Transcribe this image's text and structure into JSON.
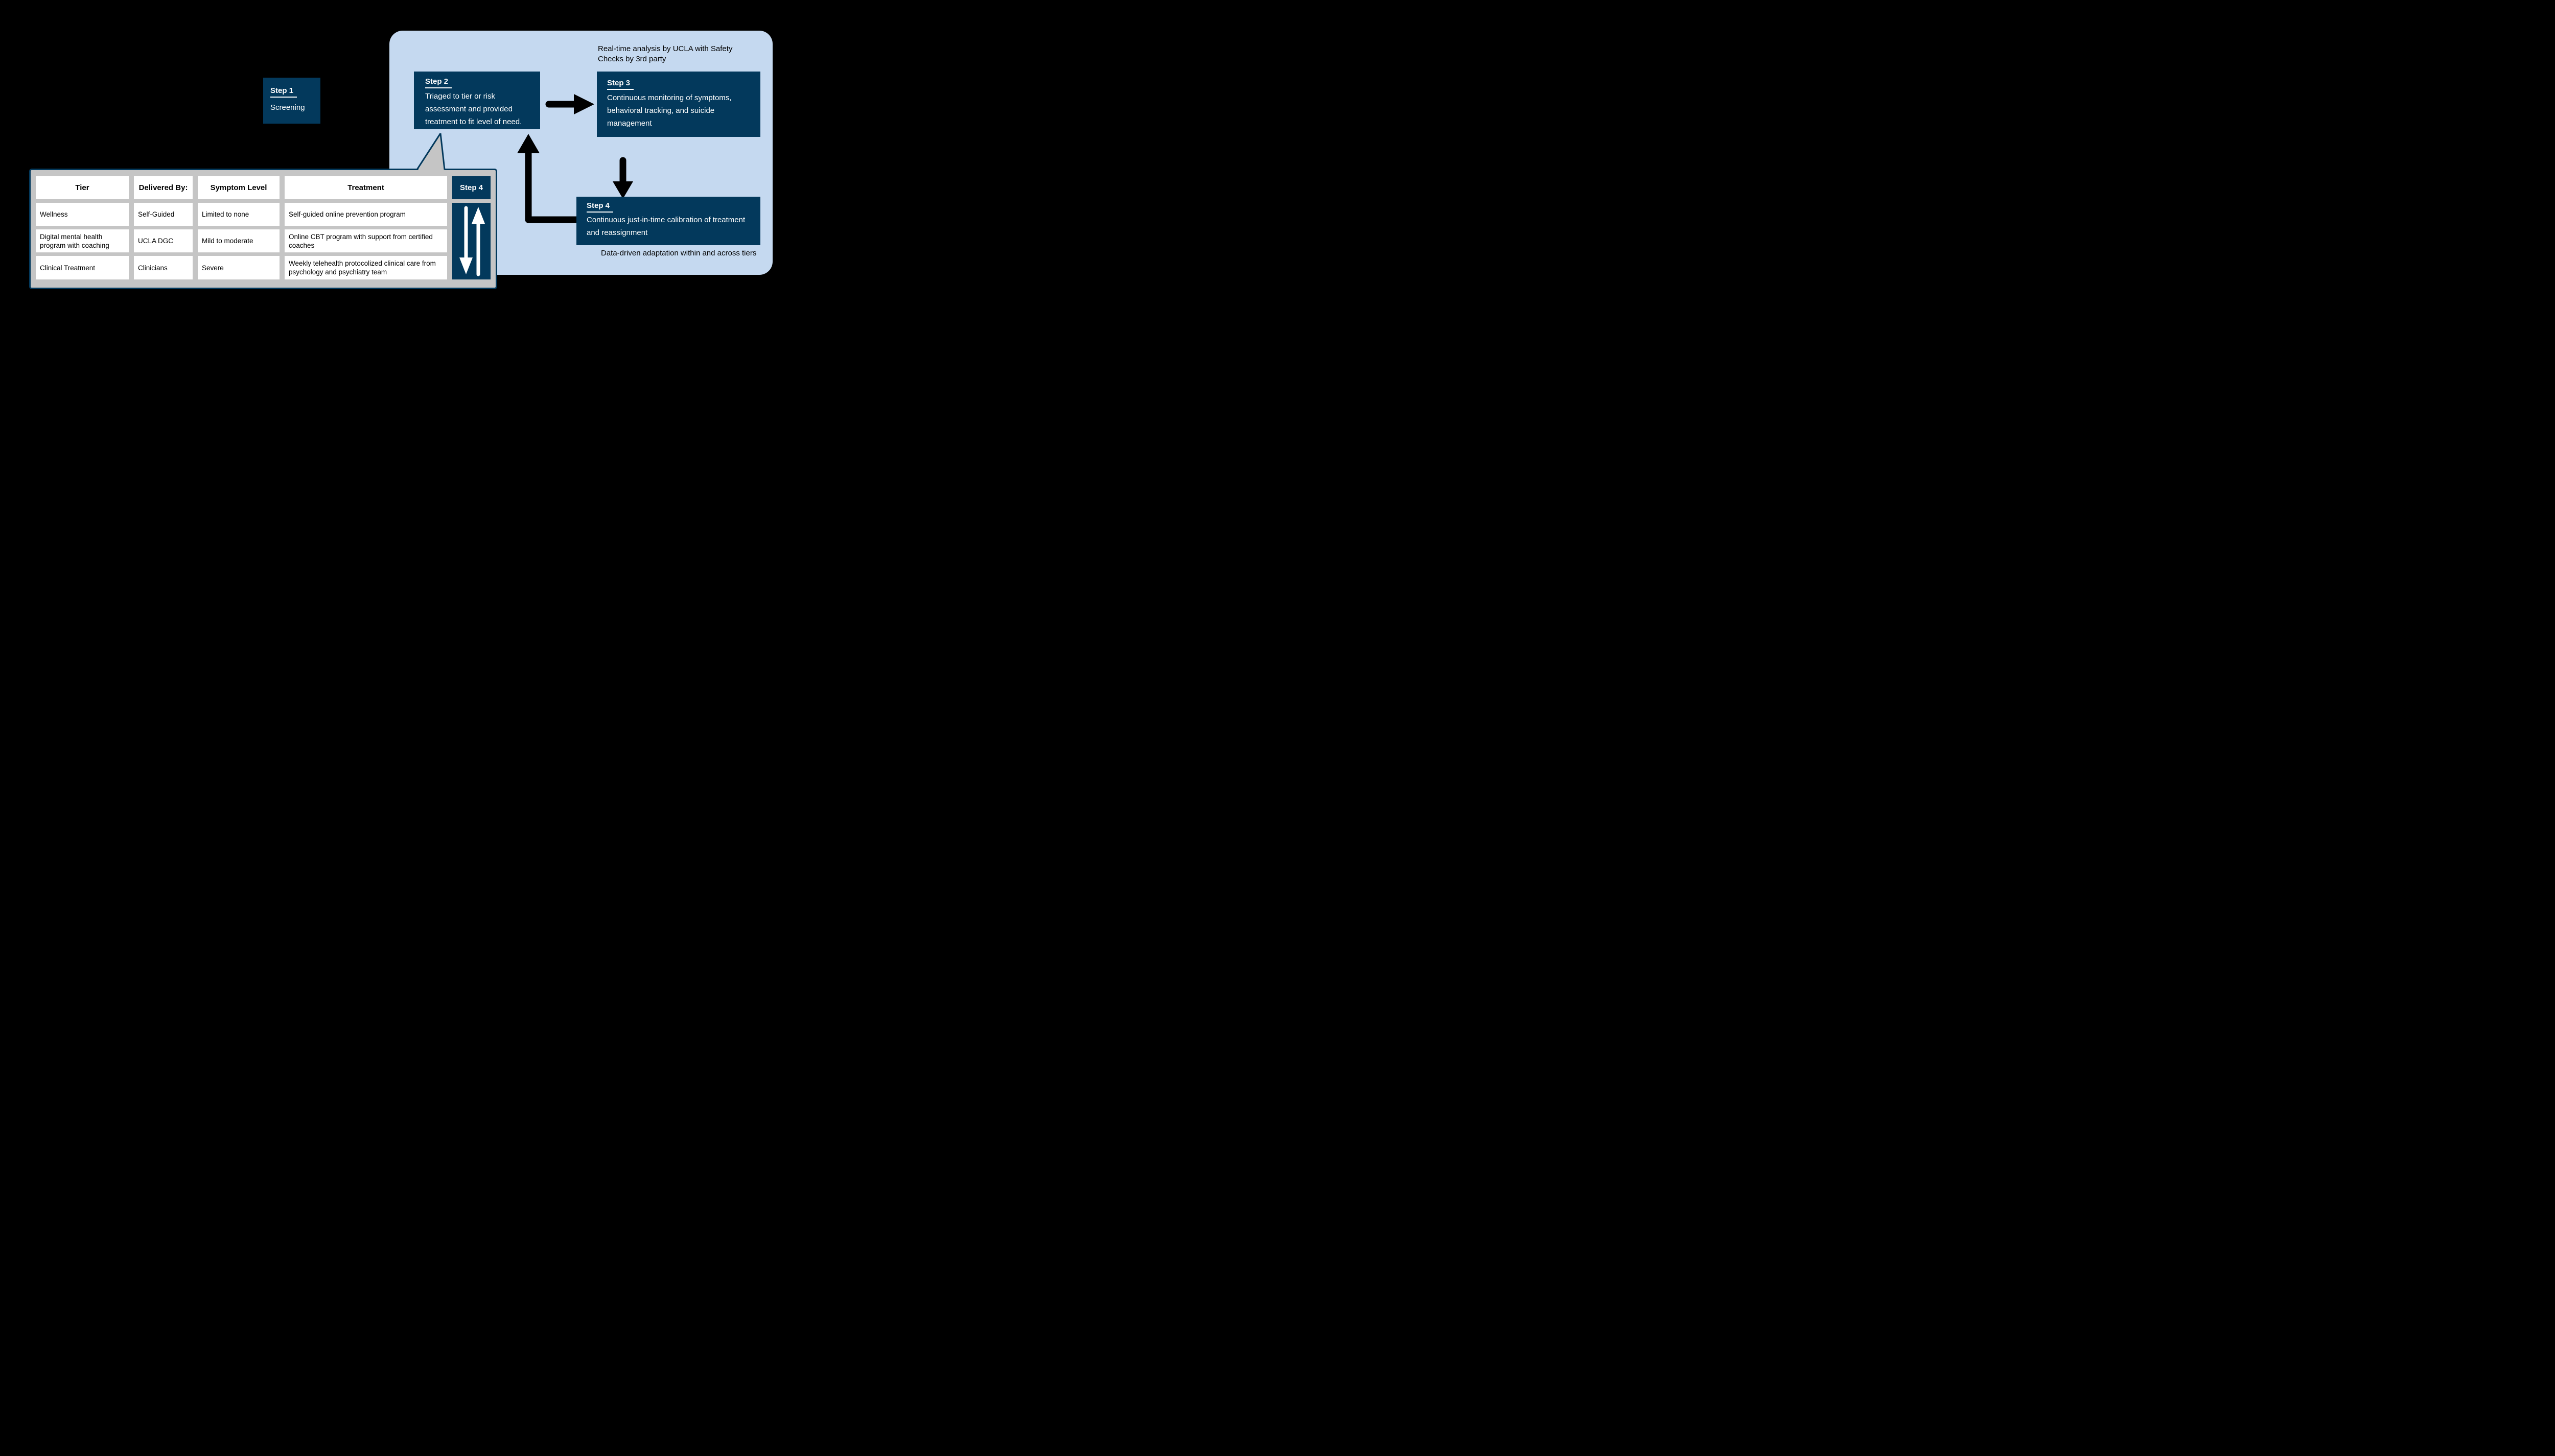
{
  "step1": {
    "title": "Step 1",
    "body": "Screening"
  },
  "panel": {
    "note_top": "Real-time analysis by UCLA with Safety Checks by 3rd party",
    "step2": {
      "title": "Step 2",
      "body": "Triaged to tier or risk assessment and provided treatment to fit level of need."
    },
    "step3": {
      "title": "Step 3",
      "body": "Continuous monitoring of symptoms, behavioral tracking, and suicide management"
    },
    "step4": {
      "title": "Step 4",
      "body": "Continuous just-in-time calibration of treatment and reassignment"
    },
    "caption_bottom": "Data-driven adaptation within and across tiers"
  },
  "table": {
    "headers": [
      "Tier",
      "Delivered By:",
      "Symptom Level",
      "Treatment"
    ],
    "step4_header": "Step 4",
    "rows": [
      [
        "Wellness",
        "Self-Guided",
        "Limited to none",
        "Self-guided online prevention program"
      ],
      [
        "Digital mental health program with coaching",
        "UCLA DGC",
        "Mild to moderate",
        "Online CBT program with support from certified coaches"
      ],
      [
        "Clinical Treatment",
        "Clinicians",
        "Severe",
        "Weekly telehealth protocolized clinical care from psychology and psychiatry team"
      ]
    ]
  },
  "icons": {
    "arrow_right": "thick black right arrow",
    "arrow_down": "thick black down arrow",
    "elbow_arrow_up": "black elbow connector arrow pointing up",
    "table_down_arrow": "white long down arrow",
    "table_up_arrow": "white long up arrow",
    "callout_tail": "grey callout pointer to Step 2"
  },
  "colors": {
    "background": "#000000",
    "navy": "#03395c",
    "panel_blue": "#c5d9f0",
    "callout_grey": "#c5c5c5",
    "cell_white": "#ffffff",
    "arrow_black": "#000000",
    "text_white": "#ffffff",
    "text_black": "#000000"
  }
}
